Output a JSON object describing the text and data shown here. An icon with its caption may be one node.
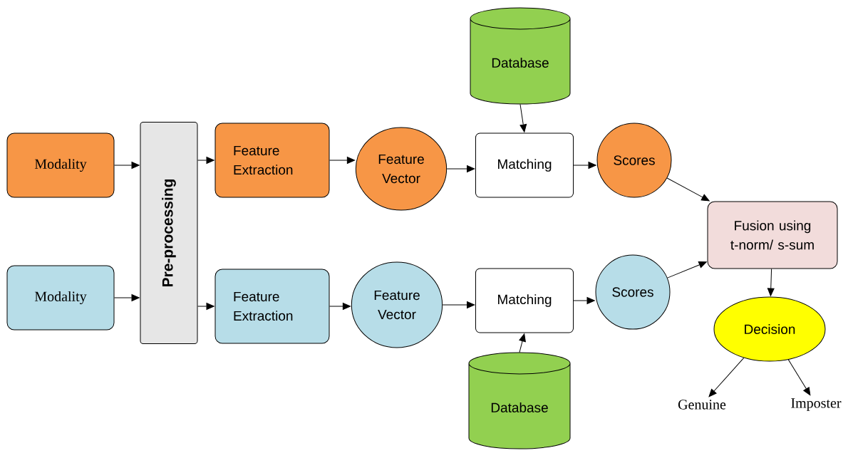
{
  "diagram": {
    "nodes": [
      {
        "text": [
          "Modality"
        ]
      },
      {
        "text": [
          "Modality"
        ]
      },
      {
        "text": [
          "Pre-processing"
        ]
      },
      {
        "text": [
          "Feature Extraction"
        ]
      },
      {
        "text": [
          "Feature Extraction"
        ]
      },
      {
        "text": [
          "Feature Vector"
        ]
      },
      {
        "text": [
          "Feature Vector"
        ]
      },
      {
        "text": [
          "Matching"
        ]
      },
      {
        "text": [
          "Matching"
        ]
      },
      {
        "text": [
          "Database"
        ]
      },
      {
        "text": [
          "Database"
        ]
      },
      {
        "text": [
          "Scores"
        ]
      },
      {
        "text": [
          "Scores"
        ]
      },
      {
        "text": [
          "Fusion using t-norm/ s-sum"
        ]
      },
      {
        "text": [
          "Decision"
        ]
      },
      {
        "text": [
          "Genuine"
        ]
      },
      {
        "text": [
          "Imposter"
        ]
      }
    ],
    "edges": [
      {
        "from": 0,
        "to": 2,
        "arrow": "to"
      },
      {
        "from": 1,
        "to": 2,
        "arrow": "to"
      },
      {
        "from": 2,
        "to": 3,
        "arrow": "to"
      },
      {
        "from": 2,
        "to": 4,
        "arrow": "to"
      },
      {
        "from": 3,
        "to": 5,
        "arrow": "to"
      },
      {
        "from": 4,
        "to": 6,
        "arrow": "to"
      },
      {
        "from": 5,
        "to": 7,
        "arrow": "to"
      },
      {
        "from": 6,
        "to": 8,
        "arrow": "to"
      },
      {
        "from": 9,
        "to": 7,
        "arrow": "to"
      },
      {
        "from": 10,
        "to": 8,
        "arrow": "to"
      },
      {
        "from": 7,
        "to": 11,
        "arrow": "to"
      },
      {
        "from": 8,
        "to": 12,
        "arrow": "to"
      },
      {
        "from": 11,
        "to": 13,
        "arrow": "to"
      },
      {
        "from": 12,
        "to": 13,
        "arrow": "to"
      },
      {
        "from": 13,
        "to": 14,
        "arrow": "to"
      },
      {
        "from": 14,
        "to": 15,
        "arrow": "to"
      },
      {
        "from": 14,
        "to": 16,
        "arrow": "to"
      }
    ]
  }
}
